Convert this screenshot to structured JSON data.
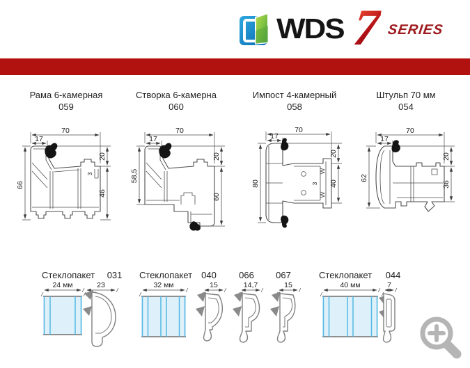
{
  "header": {
    "brand": "WDS",
    "series_number": "7",
    "series_label": "SERIES"
  },
  "colors": {
    "banner_red": "#b11210",
    "series_red": "#9e1b20",
    "logo_blue": "#1690d2",
    "logo_green": "#7fc242",
    "glass_fill": "#def0f9",
    "glass_line": "#52b9e4",
    "drawing_stroke": "#4d4d4d",
    "bead_stroke": "#7f7f7f",
    "zoom_gray": "#b5b5b5"
  },
  "profiles": [
    {
      "title": "Рама 6-камерная",
      "code": "059",
      "dim_width": "70",
      "dim_rebate": "17",
      "dim_left": "66",
      "dim_top_right": "20",
      "dim_right": "46",
      "dim_small": "3"
    },
    {
      "title": "Створка 6-камерна",
      "code": "060",
      "dim_width": "70",
      "dim_rebate": "17",
      "dim_left": "58,5",
      "dim_top_right": "20",
      "dim_right": "60"
    },
    {
      "title": "Импост 4-камерный",
      "code": "058",
      "dim_width": "70",
      "dim_rebate": "17",
      "dim_left": "80",
      "dim_top_right": "20",
      "dim_right": "40",
      "dim_small": "3"
    },
    {
      "title": "Штульп 70 мм",
      "code": "054",
      "dim_width": "70",
      "dim_rebate": "17",
      "dim_left": "62",
      "dim_top_right": "20",
      "dim_right": "36"
    }
  ],
  "glazing_groups": [
    {
      "label": "Стеклопакет",
      "code": "031",
      "glass_width": "24 мм",
      "bead_width": "23",
      "panes": 2
    },
    {
      "label": "Стеклопакет",
      "glass_width": "32 мм",
      "panes": 3,
      "beads": [
        {
          "code": "040",
          "width": "15"
        },
        {
          "code": "066",
          "width": "14,7"
        },
        {
          "code": "067",
          "width": "15"
        }
      ]
    },
    {
      "label": "Стеклопакет",
      "code": "044",
      "glass_width": "40 мм",
      "bead_width": "7",
      "panes": 3
    }
  ]
}
